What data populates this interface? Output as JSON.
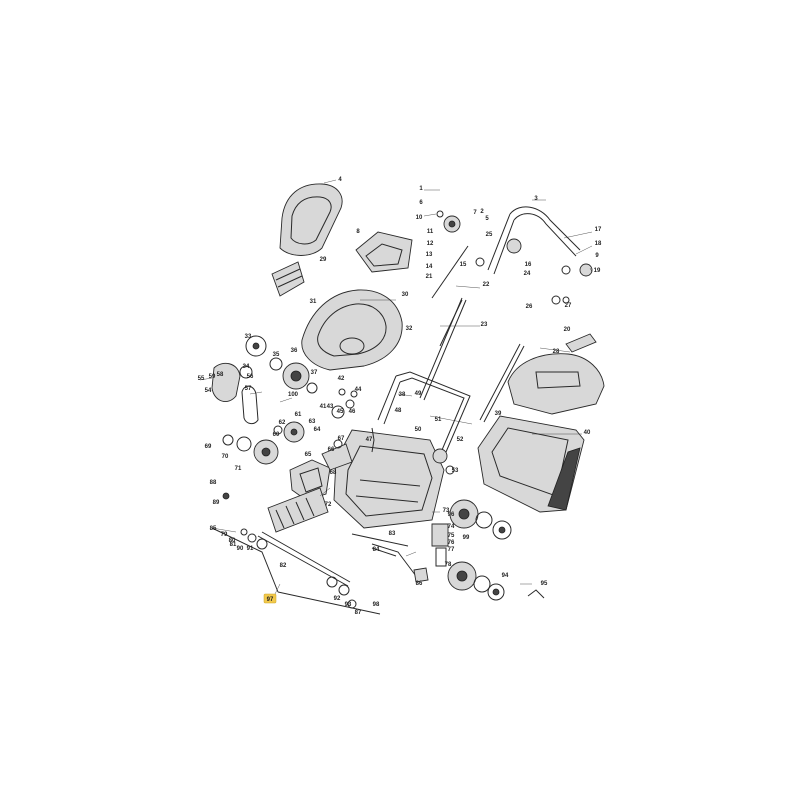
{
  "diagram": {
    "callouts": [
      "1",
      "2",
      "3",
      "4",
      "5",
      "6",
      "7",
      "8",
      "9",
      "10",
      "11",
      "12",
      "13",
      "14",
      "15",
      "16",
      "17",
      "18",
      "19",
      "20",
      "21",
      "22",
      "23",
      "24",
      "25",
      "26",
      "27",
      "28",
      "29",
      "30",
      "31",
      "32",
      "33",
      "34",
      "35",
      "36",
      "37",
      "38",
      "39",
      "40",
      "41",
      "42",
      "43",
      "44",
      "45",
      "46",
      "47",
      "48",
      "49",
      "50",
      "51",
      "52",
      "53",
      "54",
      "55",
      "56",
      "57",
      "58",
      "59",
      "60",
      "61",
      "62",
      "63",
      "64",
      "65",
      "66",
      "67",
      "68",
      "69",
      "70",
      "71",
      "72",
      "73",
      "74",
      "75",
      "76",
      "77",
      "78",
      "79",
      "80",
      "81",
      "82",
      "83",
      "84",
      "85",
      "86",
      "87",
      "88",
      "89",
      "90",
      "91",
      "92",
      "93",
      "94",
      "95",
      "96",
      "97",
      "98",
      "99",
      "100"
    ],
    "highlight_callout": "97",
    "highlight_color": "#f2c94c",
    "line_color": "#2a2a2a"
  }
}
